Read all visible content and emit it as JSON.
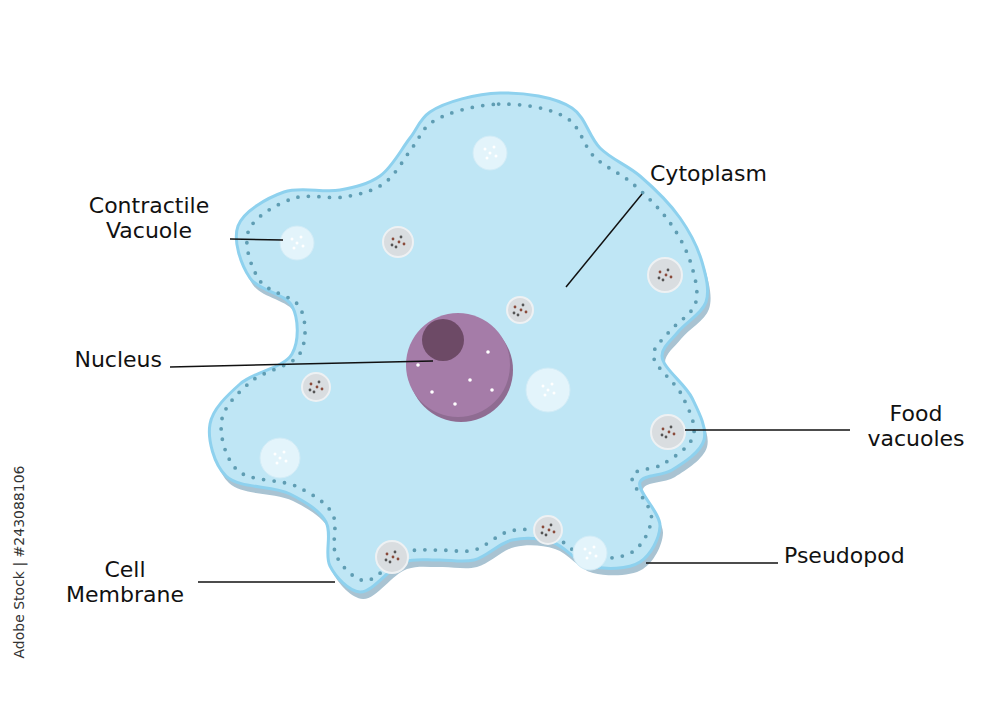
{
  "diagram": {
    "labels": [
      "Contractile Vacuole",
      "Cytoplasm",
      "Nucleus",
      "Food vacuoles",
      "Pseudopod",
      "Cell Membrane",
      "Adobe Stock | #243088106"
    ]
  }
}
